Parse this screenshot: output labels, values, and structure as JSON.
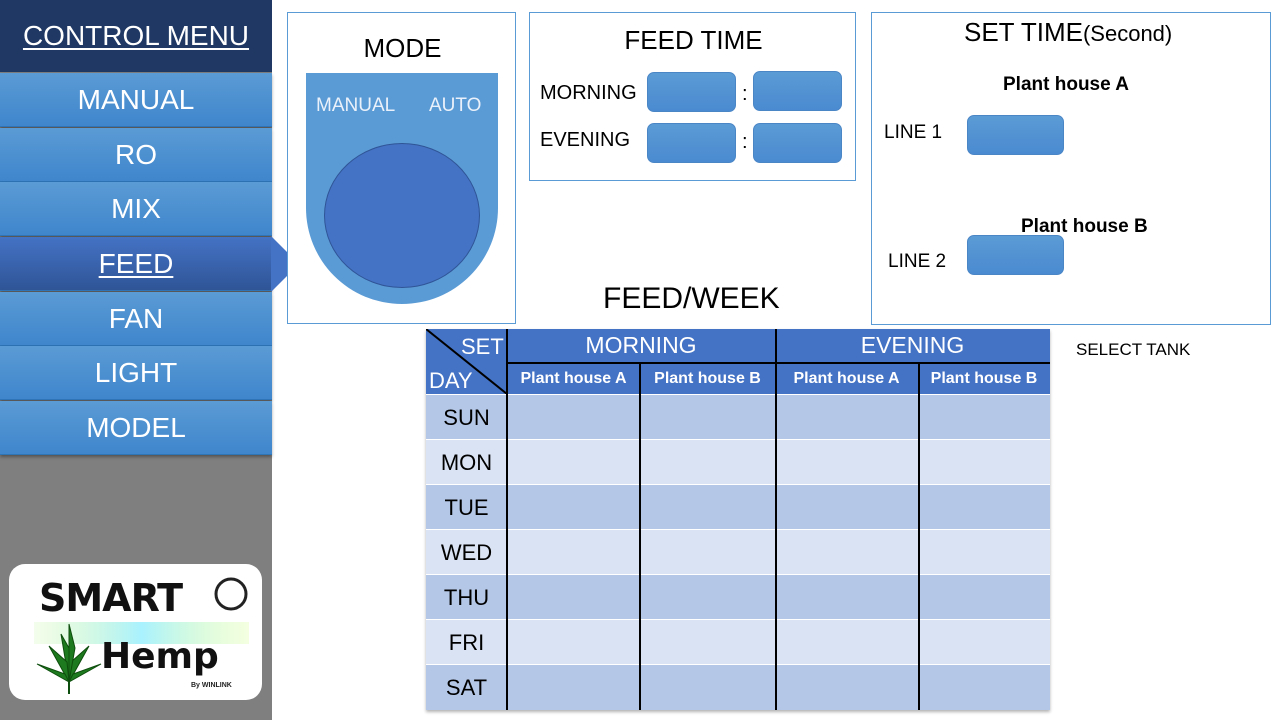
{
  "sidebar": {
    "title": "CONTROL MENU",
    "items": [
      {
        "label": "MANUAL",
        "active": false
      },
      {
        "label": "RO",
        "active": false
      },
      {
        "label": "MIX",
        "active": false
      },
      {
        "label": "FEED",
        "active": true
      },
      {
        "label": "FAN",
        "active": false
      },
      {
        "label": "LIGHT",
        "active": false
      },
      {
        "label": "MODEL",
        "active": false
      }
    ]
  },
  "logo": {
    "line1": "SMART",
    "line2": "Hemp",
    "by": "By WINLINK"
  },
  "mode": {
    "title": "MODE",
    "left_label": "MANUAL",
    "right_label": "AUTO"
  },
  "feed_time": {
    "title": "FEED TIME",
    "morning_label": "MORNING",
    "evening_label": "EVENING",
    "separator": ":"
  },
  "set_time": {
    "title": "SET TIME",
    "unit": "(Second)",
    "house_a": "Plant house A",
    "house_b": "Plant house B",
    "line1": "LINE 1",
    "line2": "LINE 2"
  },
  "feed_week": {
    "title": "FEED/WEEK",
    "select_tank": "SELECT TANK",
    "corner_set": "SET",
    "corner_day": "DAY",
    "groups": [
      "MORNING",
      "EVENING"
    ],
    "columns": [
      "Plant house A",
      "Plant house B",
      "Plant house A",
      "Plant house B"
    ],
    "days": [
      "SUN",
      "MON",
      "TUE",
      "WED",
      "THU",
      "FRI",
      "SAT"
    ]
  },
  "colors": {
    "sidebar_bg": "#7f7f7f",
    "menu_title_bg": "#1f3864",
    "menu_item": "#5b9bd5",
    "menu_active": "#4472c4",
    "table_header": "#4472c4",
    "row_dark": "#b4c7e7",
    "row_light": "#dae3f3"
  }
}
